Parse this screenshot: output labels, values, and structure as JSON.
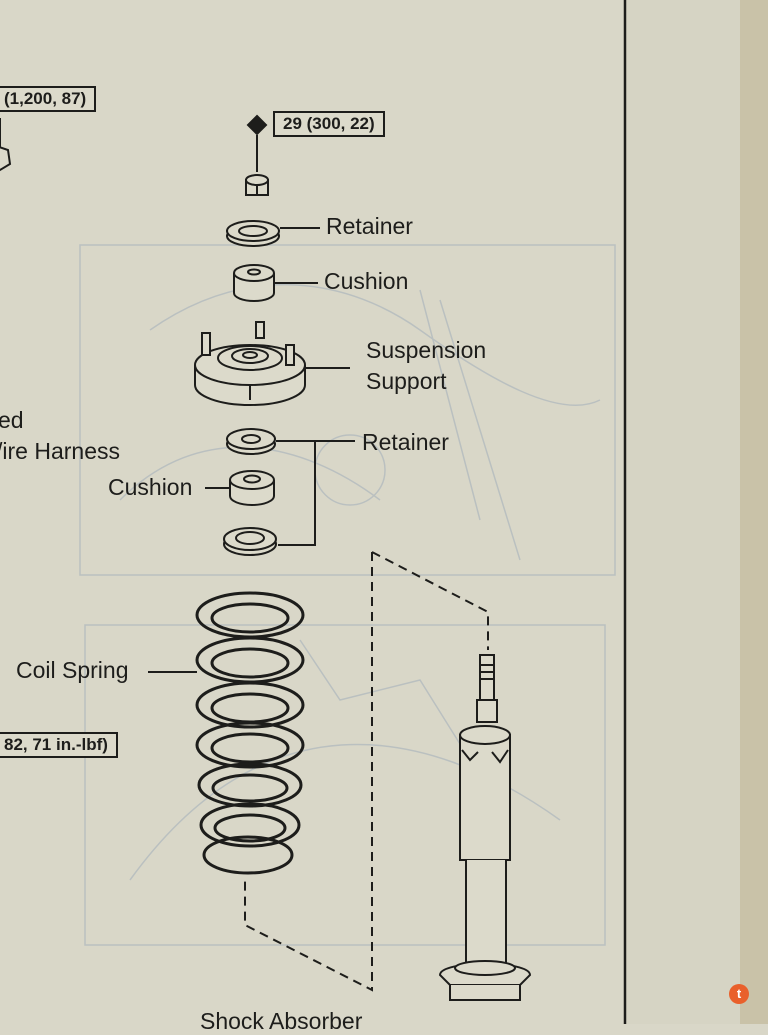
{
  "torque_specs": {
    "top_left": "(1,200, 87)",
    "nut": "29 (300, 22)",
    "bottom_left": "82, 71 in.-lbf)"
  },
  "labels": {
    "retainer_top": "Retainer",
    "cushion_top": "Cushion",
    "suspension_support_line1": "Suspension",
    "suspension_support_line2": "Support",
    "retainer_mid": "Retainer",
    "cushion_mid": "Cushion",
    "coil_spring": "Coil Spring",
    "wire_harness_line1": "ed",
    "wire_harness_line2": "/ire Harness",
    "shock_absorber": "Shock Absorber"
  },
  "icons": {
    "diamond": "diamond-icon",
    "watermark_logo": "tapatalk-logo-icon"
  },
  "colors": {
    "paper": "#d9d7c8",
    "ink": "#1d1d1b",
    "faint_ink": "#aeb7bd"
  }
}
